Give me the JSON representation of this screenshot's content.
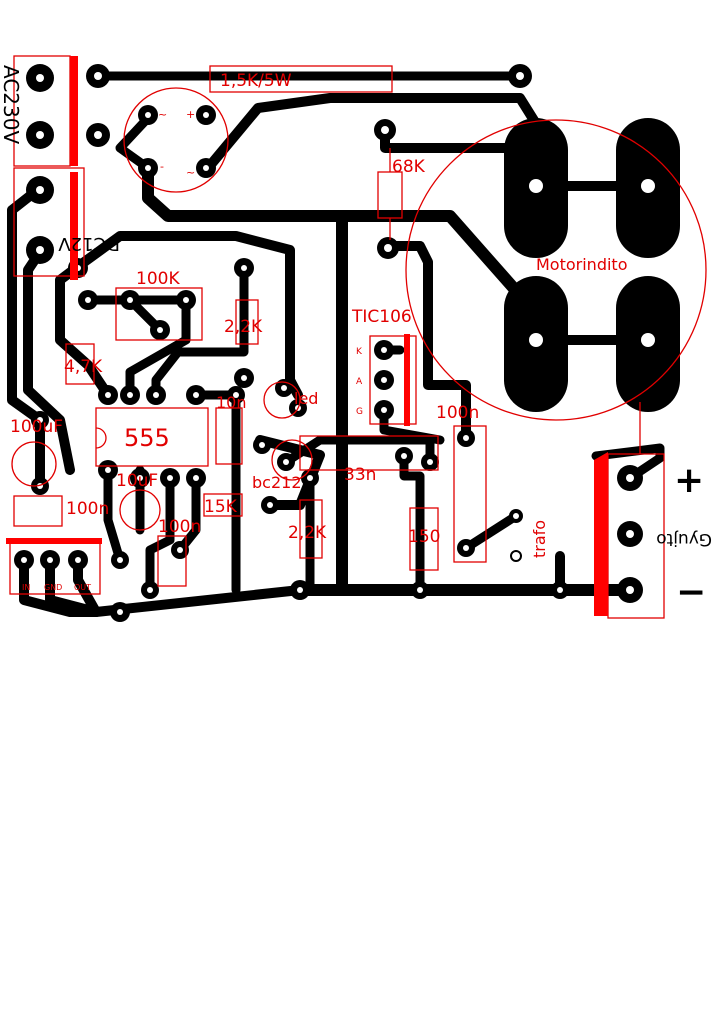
{
  "labels": {
    "ac_input": "AC230V",
    "dc_input": "DC12V",
    "r_power": "1,5K/5W",
    "r_68k": "68K",
    "motor": "Motorindito",
    "r_100k": "100K",
    "r_2k2_top": "2,2K",
    "r_4k7": "4,7K",
    "scr": "TIC106",
    "c_100uf": "100uF",
    "ic_555": "555",
    "c_10n": "10n",
    "led": "led",
    "c_10uf": "10uF",
    "c_100n_left": "100n",
    "c_100n_mid": "100n",
    "c_100n_right": "100n",
    "r_15k": "15K",
    "transistor": "bc212",
    "c_33n": "33n",
    "r_2k2_bottom": "2,2K",
    "r_150": "150",
    "trafo": "trafo",
    "gyujto": "Gyujto",
    "plus": "+",
    "minus": "−",
    "reg_in": "IN",
    "reg_gnd": "GND",
    "reg_out": "OUT",
    "scr_k": "K",
    "scr_a": "A",
    "scr_g": "G",
    "bridge_plus": "+",
    "bridge_minus": "-",
    "bridge_ac1": "~",
    "bridge_ac2": "~"
  }
}
